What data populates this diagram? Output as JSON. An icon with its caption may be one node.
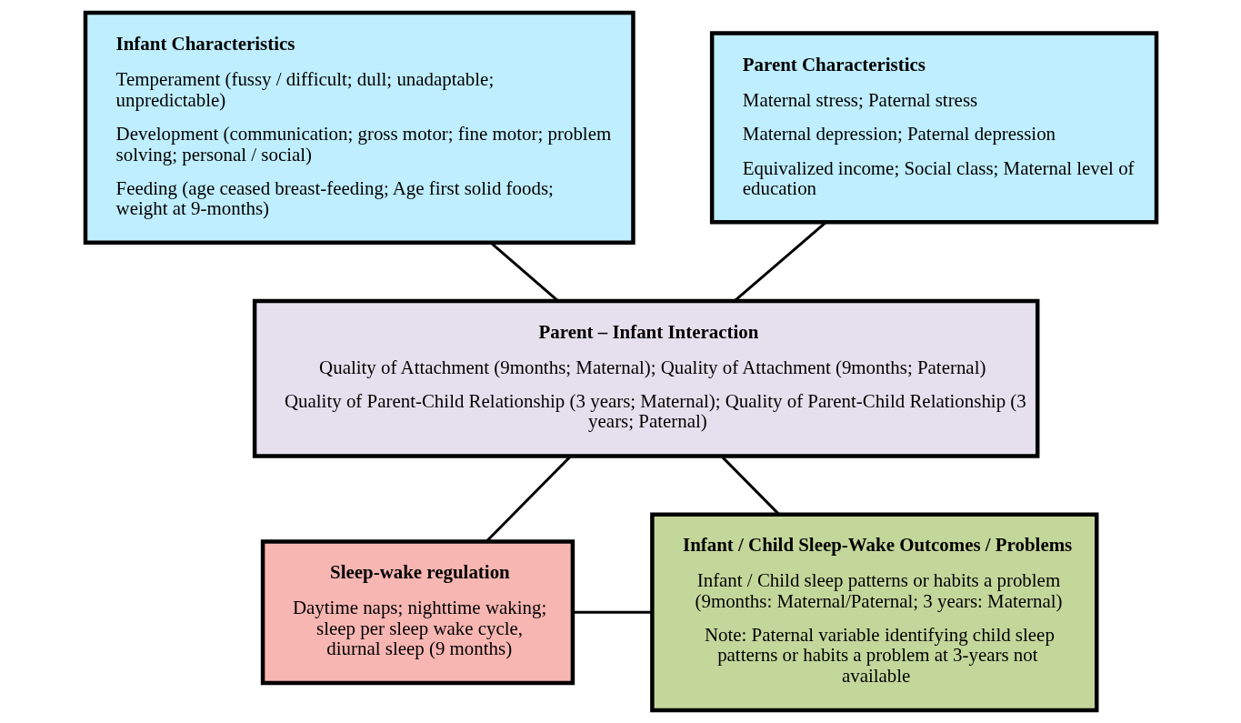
{
  "diagram": {
    "nodes": [
      {
        "text": [
          "Infant Characteristics",
          "Temperament (fussy / difficult; dull; unadaptable; unpredictable)",
          "Development (communication; gross motor; fine motor; problem solving; personal / social)",
          "Feeding (age ceased breast-feeding; Age first solid foods; weight at 9-months)"
        ]
      },
      {
        "text": [
          "Parent Characteristics",
          "Maternal stress; Paternal stress",
          "Maternal depression; Paternal depression",
          "Equivalized income; Social class; Maternal level of education"
        ]
      },
      {
        "text": [
          "Parent – Infant Interaction",
          "Quality of Attachment (9months; Maternal); Quality of Attachment (9months; Paternal)",
          "Quality of Parent-Child Relationship (3 years; Maternal); Quality of Parent-Child Relationship (3 years; Paternal)"
        ]
      },
      {
        "text": [
          "Sleep-wake regulation",
          "Daytime naps; nighttime waking; sleep per sleep wake cycle, diurnal sleep (9 months)"
        ]
      },
      {
        "text": [
          "Infant / Child Sleep-Wake Outcomes / Problems",
          "Infant / Child sleep patterns or habits a problem (9months: Maternal/Paternal; 3 years: Maternal)",
          "Note: Paternal variable identifying child sleep patterns or habits a problem at 3-years not available"
        ]
      }
    ],
    "edges": [
      {
        "from": 0,
        "to": 2,
        "arrow": "none"
      },
      {
        "from": 1,
        "to": 2,
        "arrow": "none"
      },
      {
        "from": 2,
        "to": 3,
        "arrow": "none"
      },
      {
        "from": 2,
        "to": 4,
        "arrow": "none"
      },
      {
        "from": 3,
        "to": 4,
        "arrow": "none"
      }
    ]
  }
}
